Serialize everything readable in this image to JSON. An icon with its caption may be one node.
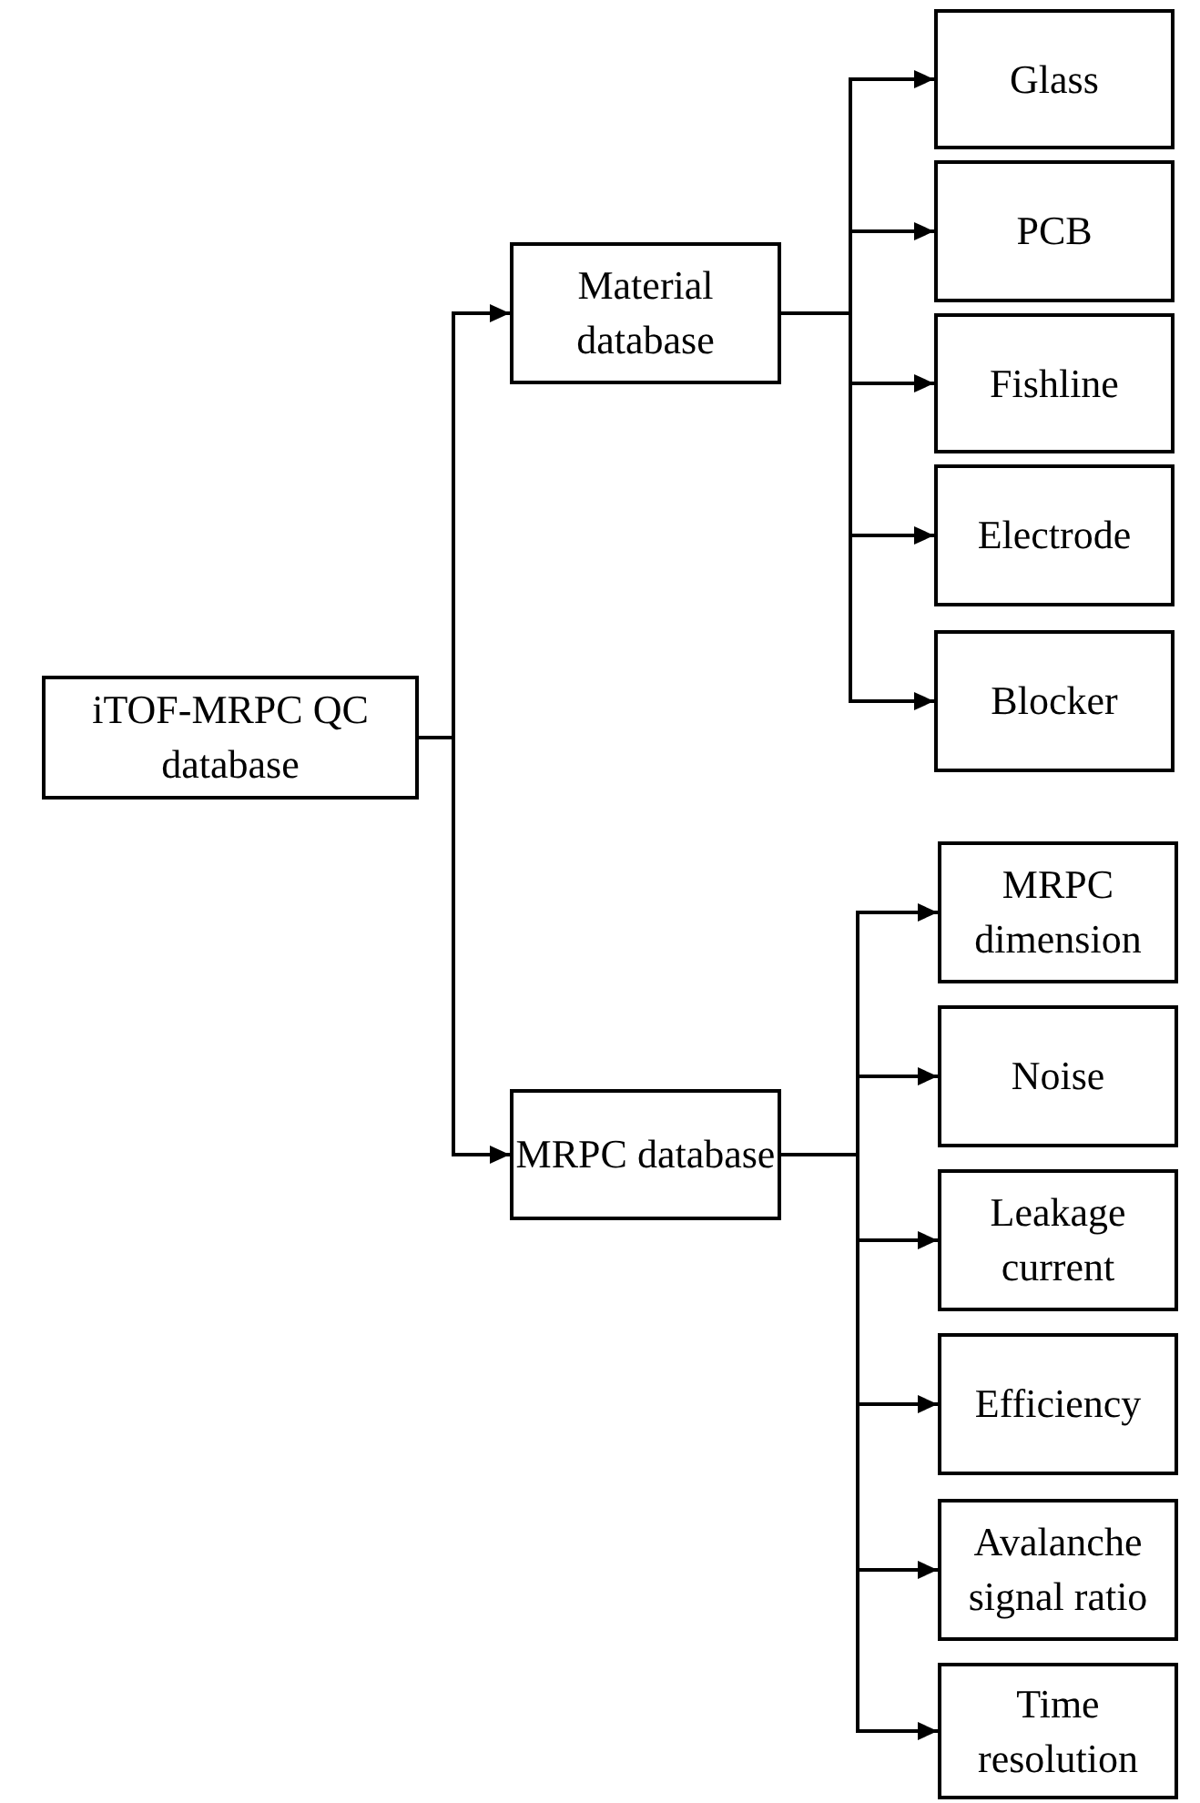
{
  "diagram": {
    "nodes": [
      {
        "text": [
          "iTOF-MRPC QC database"
        ]
      },
      {
        "text": [
          "Material database"
        ]
      },
      {
        "text": [
          "MRPC database"
        ]
      },
      {
        "text": [
          "Glass"
        ]
      },
      {
        "text": [
          "PCB"
        ]
      },
      {
        "text": [
          "Fishline"
        ]
      },
      {
        "text": [
          "Electrode"
        ]
      },
      {
        "text": [
          "Blocker"
        ]
      },
      {
        "text": [
          "MRPC dimension"
        ]
      },
      {
        "text": [
          "Noise"
        ]
      },
      {
        "text": [
          "Leakage current"
        ]
      },
      {
        "text": [
          "Efficiency"
        ]
      },
      {
        "text": [
          "Avalanche signal ratio"
        ]
      },
      {
        "text": [
          "Time resolution"
        ]
      }
    ],
    "edges": [
      {
        "from": 0,
        "to": 1,
        "arrow": "to"
      },
      {
        "from": 0,
        "to": 2,
        "arrow": "to"
      },
      {
        "from": 1,
        "to": 3,
        "arrow": "to"
      },
      {
        "from": 1,
        "to": 4,
        "arrow": "to"
      },
      {
        "from": 1,
        "to": 5,
        "arrow": "to"
      },
      {
        "from": 1,
        "to": 6,
        "arrow": "to"
      },
      {
        "from": 1,
        "to": 7,
        "arrow": "to"
      },
      {
        "from": 2,
        "to": 8,
        "arrow": "to"
      },
      {
        "from": 2,
        "to": 9,
        "arrow": "to"
      },
      {
        "from": 2,
        "to": 10,
        "arrow": "to"
      },
      {
        "from": 2,
        "to": 11,
        "arrow": "to"
      },
      {
        "from": 2,
        "to": 12,
        "arrow": "to"
      },
      {
        "from": 2,
        "to": 13,
        "arrow": "to"
      }
    ]
  }
}
